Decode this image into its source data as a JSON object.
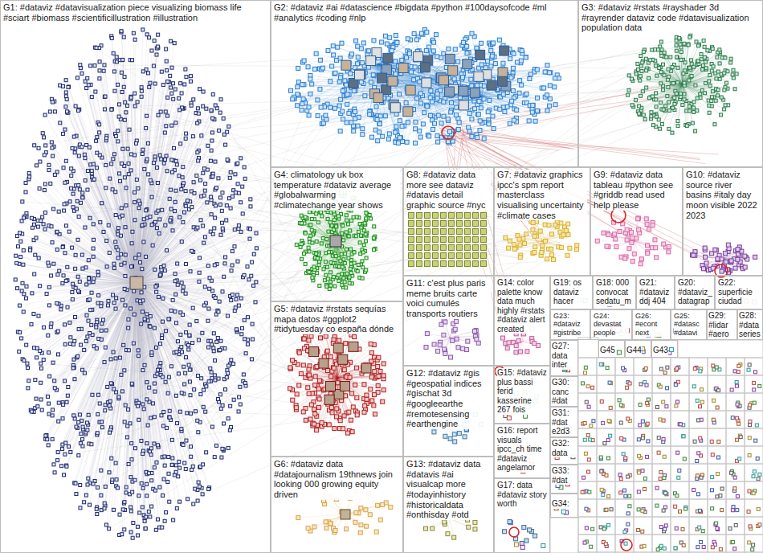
{
  "diagram": {
    "nodes": [
      {
        "text": [
          "G1: #dataviz #datavisualization piece visualizing biomass life #sciart #biomass #scientificillustration #illustration"
        ]
      },
      {
        "text": [
          "G2: #dataviz #ai #datascience #bigdata #python #100daysofcode #ml #analytics #coding #nlp"
        ]
      },
      {
        "text": [
          "G3: #dataviz #rstats #rayshader 3d #rayrender dataviz code #datavisualization population data"
        ]
      },
      {
        "text": [
          "G4: climatology uk box temperature #dataviz average #globalwarming #climatechange year shows"
        ]
      },
      {
        "text": [
          "G8: #dataviz data more see dataviz #datavis detail graphic source #nyc"
        ]
      },
      {
        "text": [
          "G7: #dataviz graphics ipcc's spm report masterclass visualising uncertainty #climate cases"
        ]
      },
      {
        "text": [
          "G9: #dataviz data tableau #python see #griddb read used help please"
        ]
      },
      {
        "text": [
          "G10: #dataviz source river basins #italy day moon visible 2022 2023"
        ]
      },
      {
        "text": [
          "G11: c'est plus paris meme bruits carte voici cumulés transports routiers"
        ]
      },
      {
        "text": [
          "G14: color palette know data much highly #rstats #dataviz alert created"
        ]
      },
      {
        "text": [
          "G19: os dataviz hacer"
        ]
      },
      {
        "text": [
          "G18: 000 convocat sedatu_m"
        ]
      },
      {
        "text": [
          "G21: #dataviz ddj 404"
        ]
      },
      {
        "text": [
          "G20: #dataviz_ datagrap"
        ]
      },
      {
        "text": [
          "G22: superficie ciudad"
        ]
      },
      {
        "text": [
          "G23: #dataviz #gistribe"
        ]
      },
      {
        "text": [
          "G24: devastat people"
        ]
      },
      {
        "text": [
          "G26: #econt next"
        ]
      },
      {
        "text": [
          "G25: #datasc #datavi"
        ]
      },
      {
        "text": [
          "G29: #lidar #aero"
        ]
      },
      {
        "text": [
          "G28: #data series"
        ]
      },
      {
        "text": [
          "G5: #dataviz #rstats sequías mapa datos #ggplot2 #tidytuesday co españa dónde"
        ]
      },
      {
        "text": [
          "G12: #dataviz #gis #geospatial indices #gischat 3d #googleearthe #remotesensing #earthengine"
        ]
      },
      {
        "text": [
          "G15: #dataviz plus bassi ferid kasserine 267 fois"
        ]
      },
      {
        "text": [
          "G27: data inter"
        ]
      },
      {
        "text": [
          "G45"
        ]
      },
      {
        "text": [
          "G44"
        ]
      },
      {
        "text": [
          "G43"
        ]
      },
      {
        "text": [
          "G30: canc #dat"
        ]
      },
      {
        "text": [
          "G31: #dat e2d3"
        ]
      },
      {
        "text": [
          "G16: report visuals ipcc_ch time #dataviz angelamor"
        ]
      },
      {
        "text": [
          "G32: data"
        ]
      },
      {
        "text": [
          "G33: #dat"
        ]
      },
      {
        "text": [
          "G6: #dataviz data #datajournalism 19thnews join looking 000 growing equity driven"
        ]
      },
      {
        "text": [
          "G13: #dataviz data #datavis #ai visualcap more #todayinhistory #historicaldata #onthisday #otd"
        ]
      },
      {
        "text": [
          "G17: data #dataviz story worth"
        ]
      },
      {
        "text": [
          "G34:"
        ]
      }
    ]
  }
}
